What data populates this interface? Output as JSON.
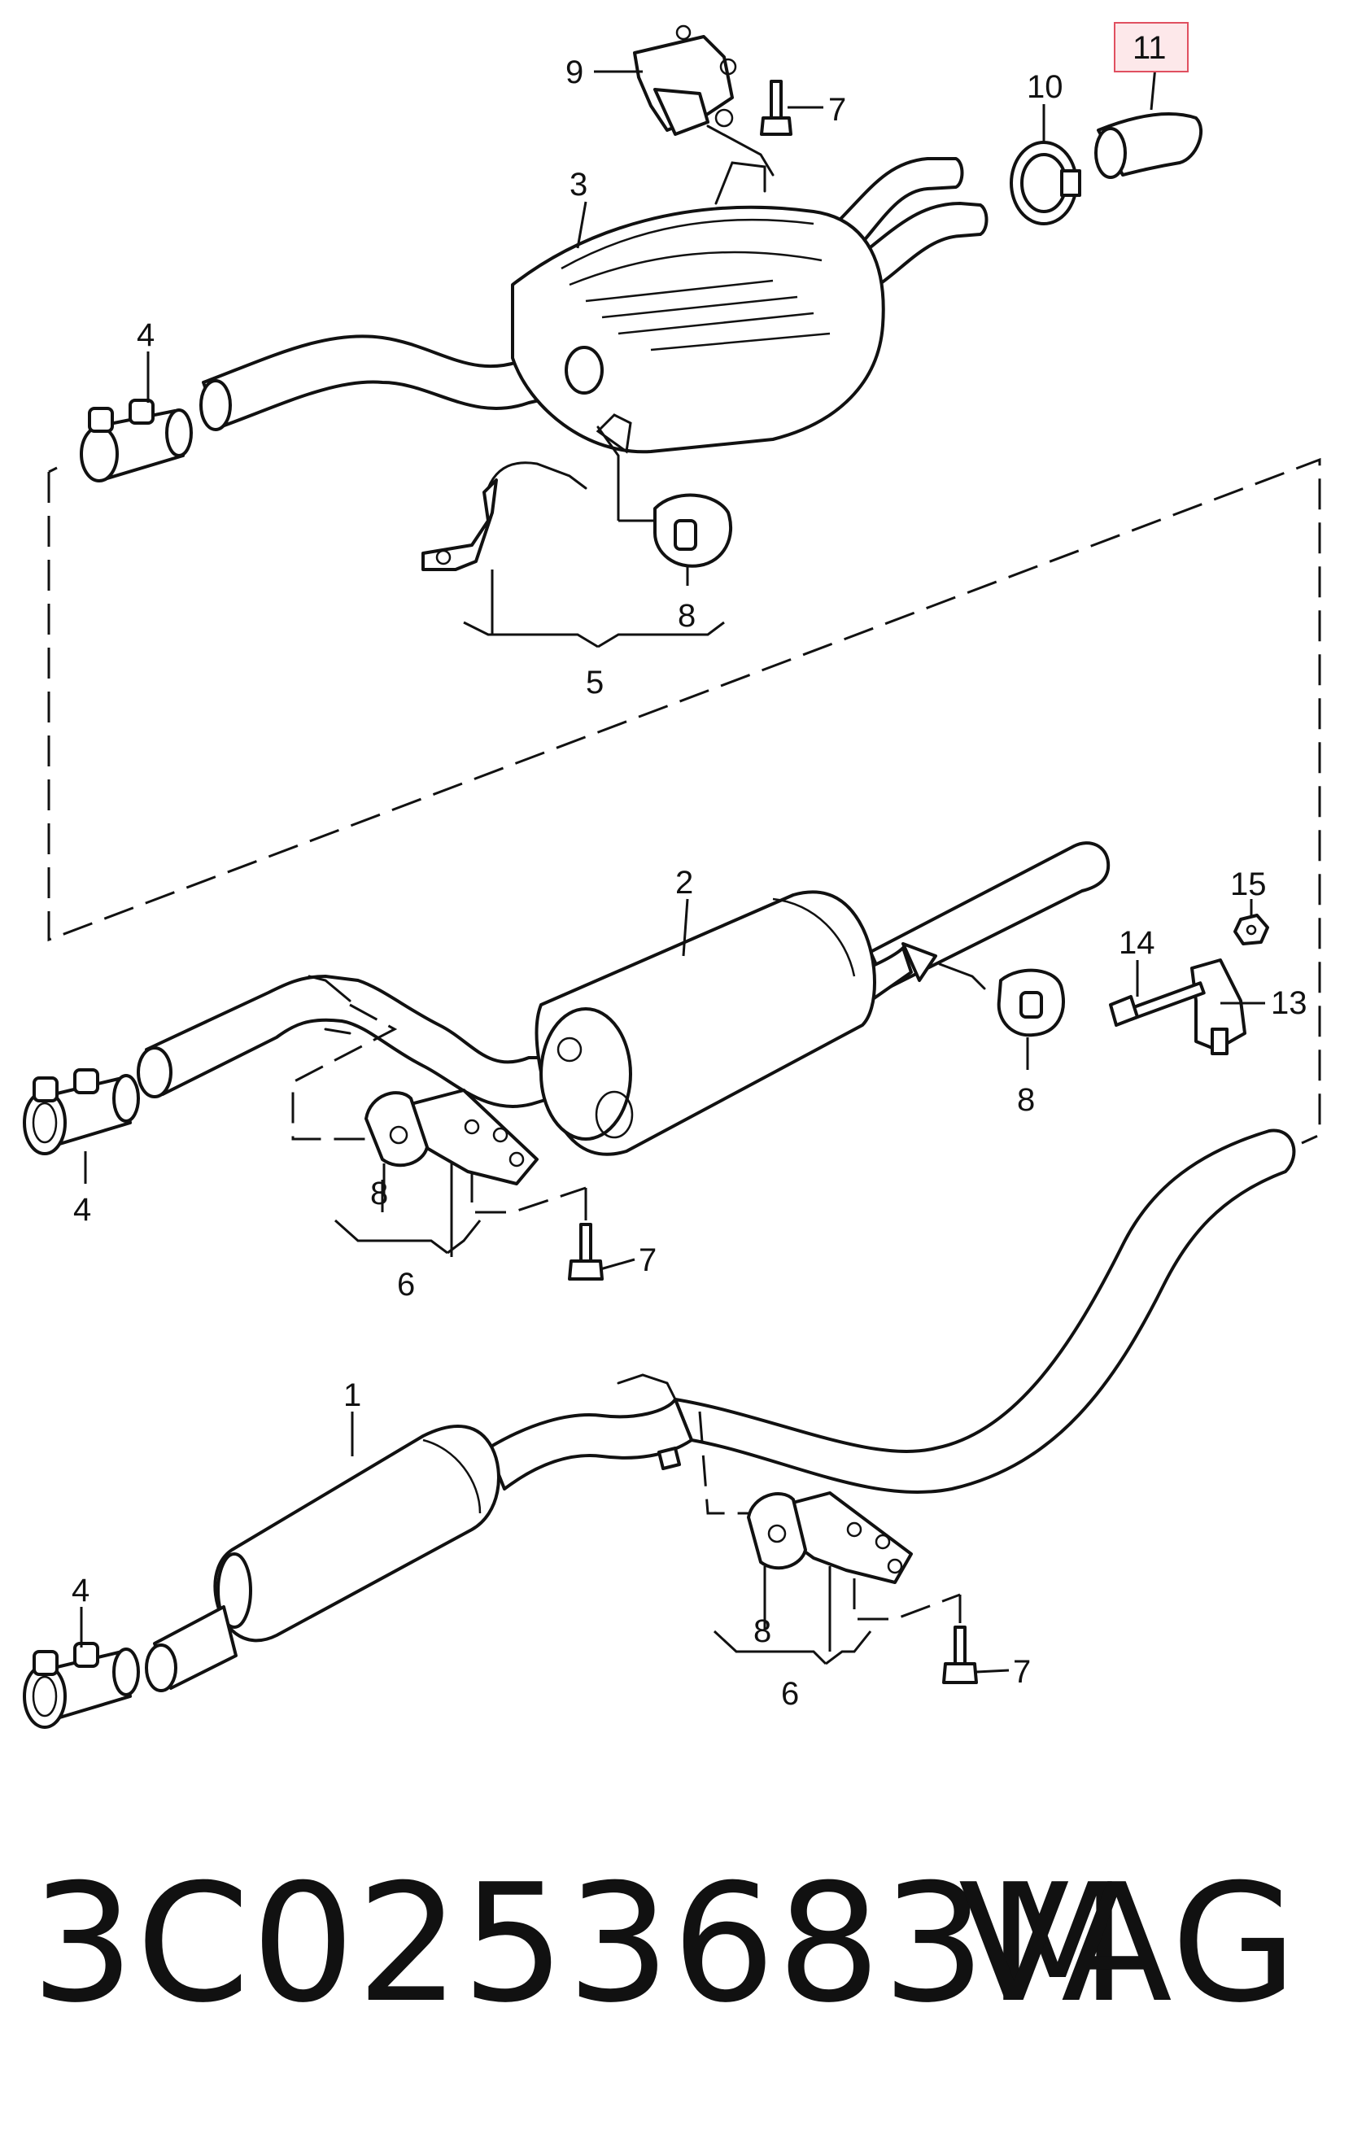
{
  "callouts": {
    "p1": "1",
    "p2": "2",
    "p3": "3",
    "p4a": "4",
    "p4b": "4",
    "p4c": "4",
    "p5": "5",
    "p6a": "6",
    "p6b": "6",
    "p7a": "7",
    "p7b": "7",
    "p7c": "7",
    "p8a": "8",
    "p8b": "8",
    "p8c": "8",
    "p8d": "8",
    "p9": "9",
    "p10": "10",
    "p11": "11",
    "p13": "13",
    "p14": "14",
    "p15": "15"
  },
  "highlight": {
    "part": "11",
    "color": "#e05060",
    "fill": "#fde8ea"
  },
  "footer": {
    "part_number": "3C0253683M",
    "brand": "VAG"
  }
}
